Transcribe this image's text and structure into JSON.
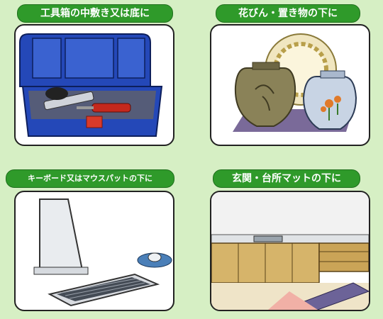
{
  "panels": [
    {
      "label": "工具箱の中敷き又は底に",
      "icon": "toolbox-icon"
    },
    {
      "label": "花びん・置き物の下に",
      "icon": "vase-icon"
    },
    {
      "label": "キーボード又はマウスパットの下に",
      "icon": "keyboard-icon"
    },
    {
      "label": "玄関・台所マットの下に",
      "icon": "kitchen-mat-icon"
    }
  ],
  "colors": {
    "background": "#d6efc4",
    "label_green": "#2f9a2a",
    "toolbox_blue": "#2448b8",
    "mat_purple": "#7a6a99",
    "cabinet_tan": "#d6b46a"
  }
}
